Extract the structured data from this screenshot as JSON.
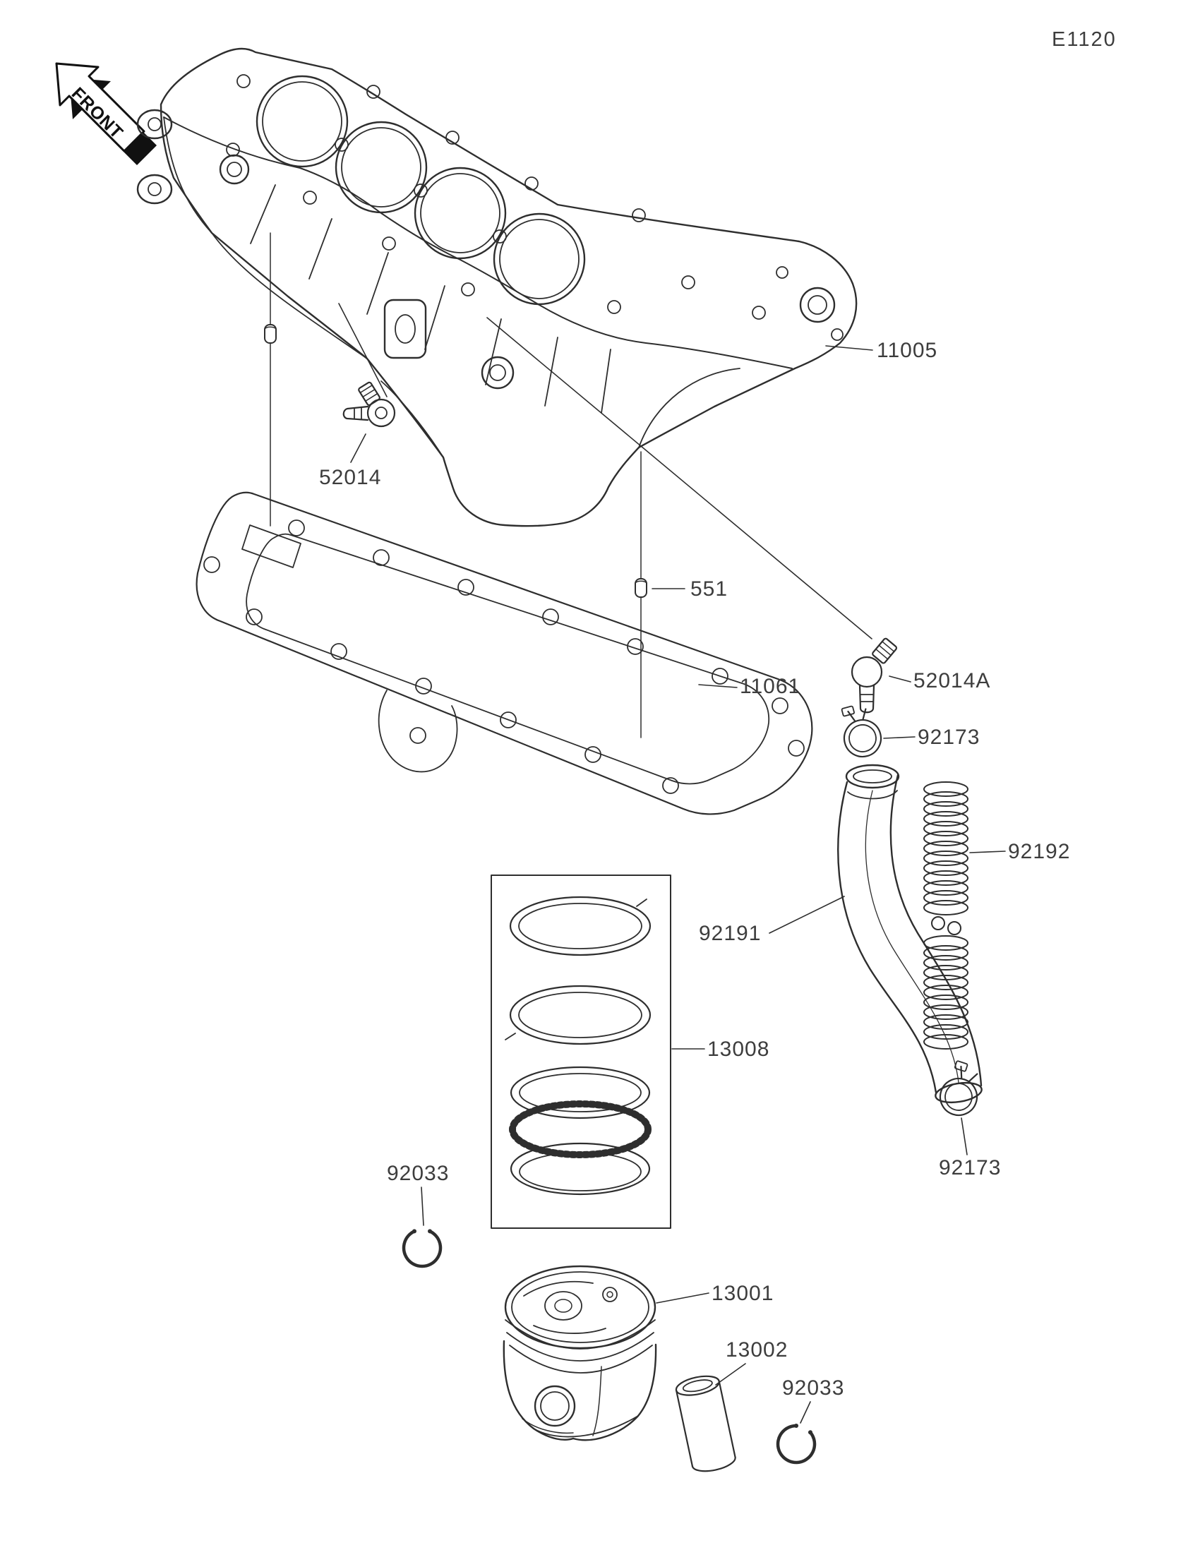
{
  "page": {
    "diagram_code": "E1120"
  },
  "front_marker": {
    "label": "FRONT"
  },
  "parts": [
    {
      "id": "cylinder",
      "number": "11005"
    },
    {
      "id": "fitting-left",
      "number": "52014"
    },
    {
      "id": "dowel-pin",
      "number": "551"
    },
    {
      "id": "cylinder-gasket",
      "number": "11061"
    },
    {
      "id": "fitting-right",
      "number": "52014A"
    },
    {
      "id": "clamp-upper",
      "number": "92173"
    },
    {
      "id": "breather-tube",
      "number": "92192"
    },
    {
      "id": "hose",
      "number": "92191"
    },
    {
      "id": "piston-ring-set",
      "number": "13008"
    },
    {
      "id": "circlip-left",
      "number": "92033"
    },
    {
      "id": "clamp-lower",
      "number": "92173"
    },
    {
      "id": "piston",
      "number": "13001"
    },
    {
      "id": "piston-pin",
      "number": "13002"
    },
    {
      "id": "circlip-right",
      "number": "92033"
    }
  ],
  "colors": {
    "line": "#2e2e2e",
    "label": "#3d3d3d",
    "background": "#ffffff"
  }
}
